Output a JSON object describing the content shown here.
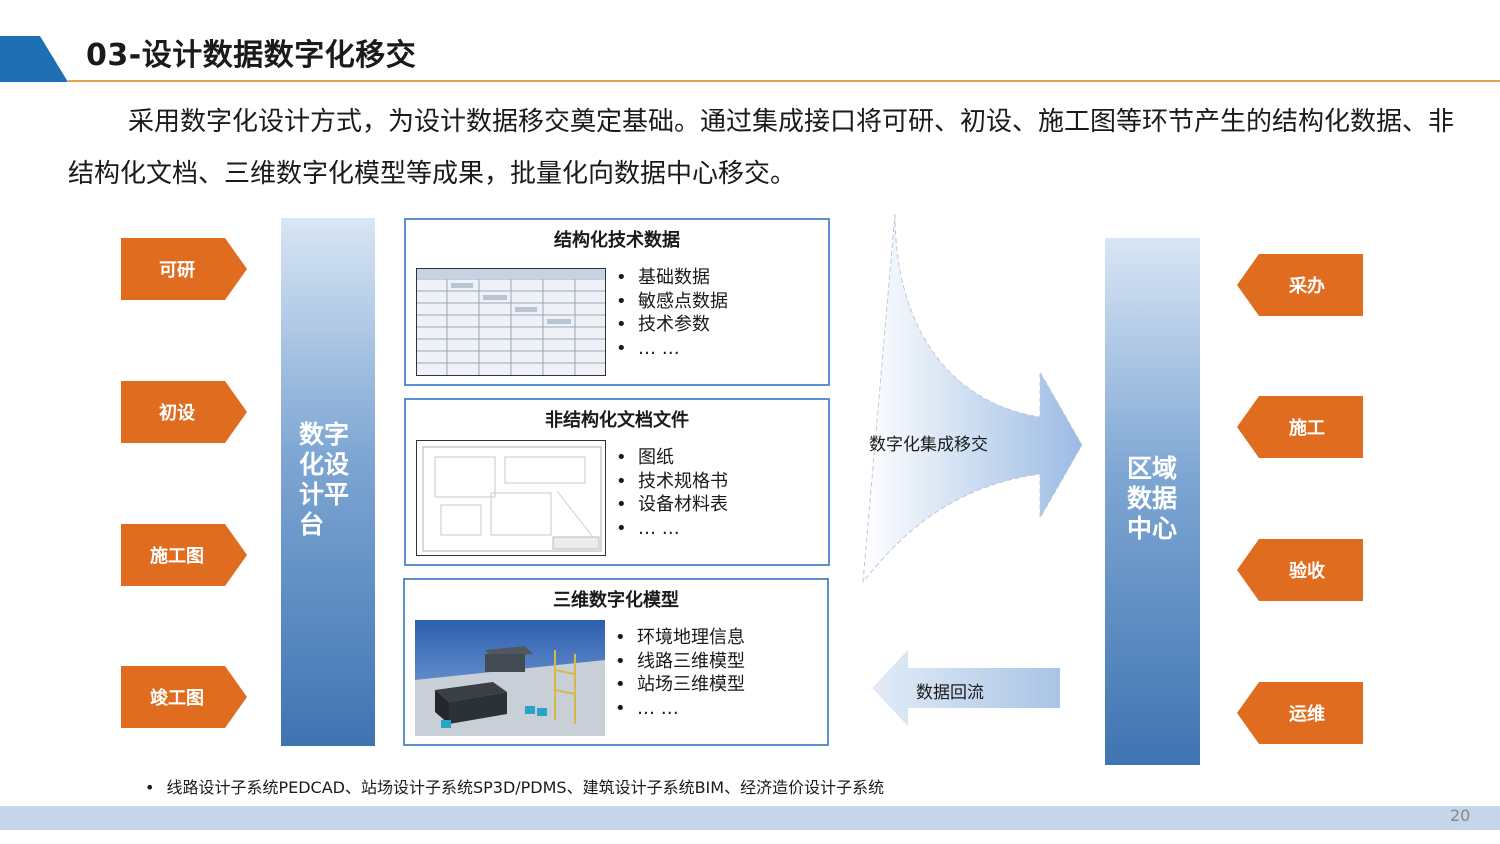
{
  "slide": {
    "title": "03-设计数据数字化移交",
    "intro": "采用数字化设计方式，为设计数据移交奠定基础。通过集成接口将可研、初设、施工图等环节产生的结构化数据、非结构化文档、三维数字化模型等成果，批量化向数据中心移交。",
    "page_number": "20"
  },
  "colors": {
    "accent_blue": "#1f6fb5",
    "orange": "#e06c1f",
    "platform_blue": "#3f74b2",
    "box_border": "#5b8fd0",
    "title_rule": "#e4a04a"
  },
  "design_phases": [
    "可研",
    "初设",
    "施工图",
    "竣工图"
  ],
  "platform_label": "数字化设计平台",
  "data_boxes": [
    {
      "title": "结构化技术数据",
      "items": [
        "基础数据",
        "敏感点数据",
        "技术参数",
        "… …"
      ],
      "thumbnail": "spreadsheet-thumbnail"
    },
    {
      "title": "非结构化文档文件",
      "items": [
        "图纸",
        "技术规格书",
        "设备材料表",
        "… …"
      ],
      "thumbnail": "drawing-thumbnail"
    },
    {
      "title": "三维数字化模型",
      "items": [
        "环境地理信息",
        "线路三维模型",
        "站场三维模型",
        "… …"
      ],
      "thumbnail": "3d-model-thumbnail"
    }
  ],
  "transfer_label": "数字化集成移交",
  "backflow_label": "数据回流",
  "data_center_label": "区域数据中心",
  "downstream_phases": [
    "采办",
    "施工",
    "验收",
    "运维"
  ],
  "footnote": "线路设计子系统PEDCAD、站场设计子系统SP3D/PDMS、建筑设计子系统BIM、经济造价设计子系统"
}
